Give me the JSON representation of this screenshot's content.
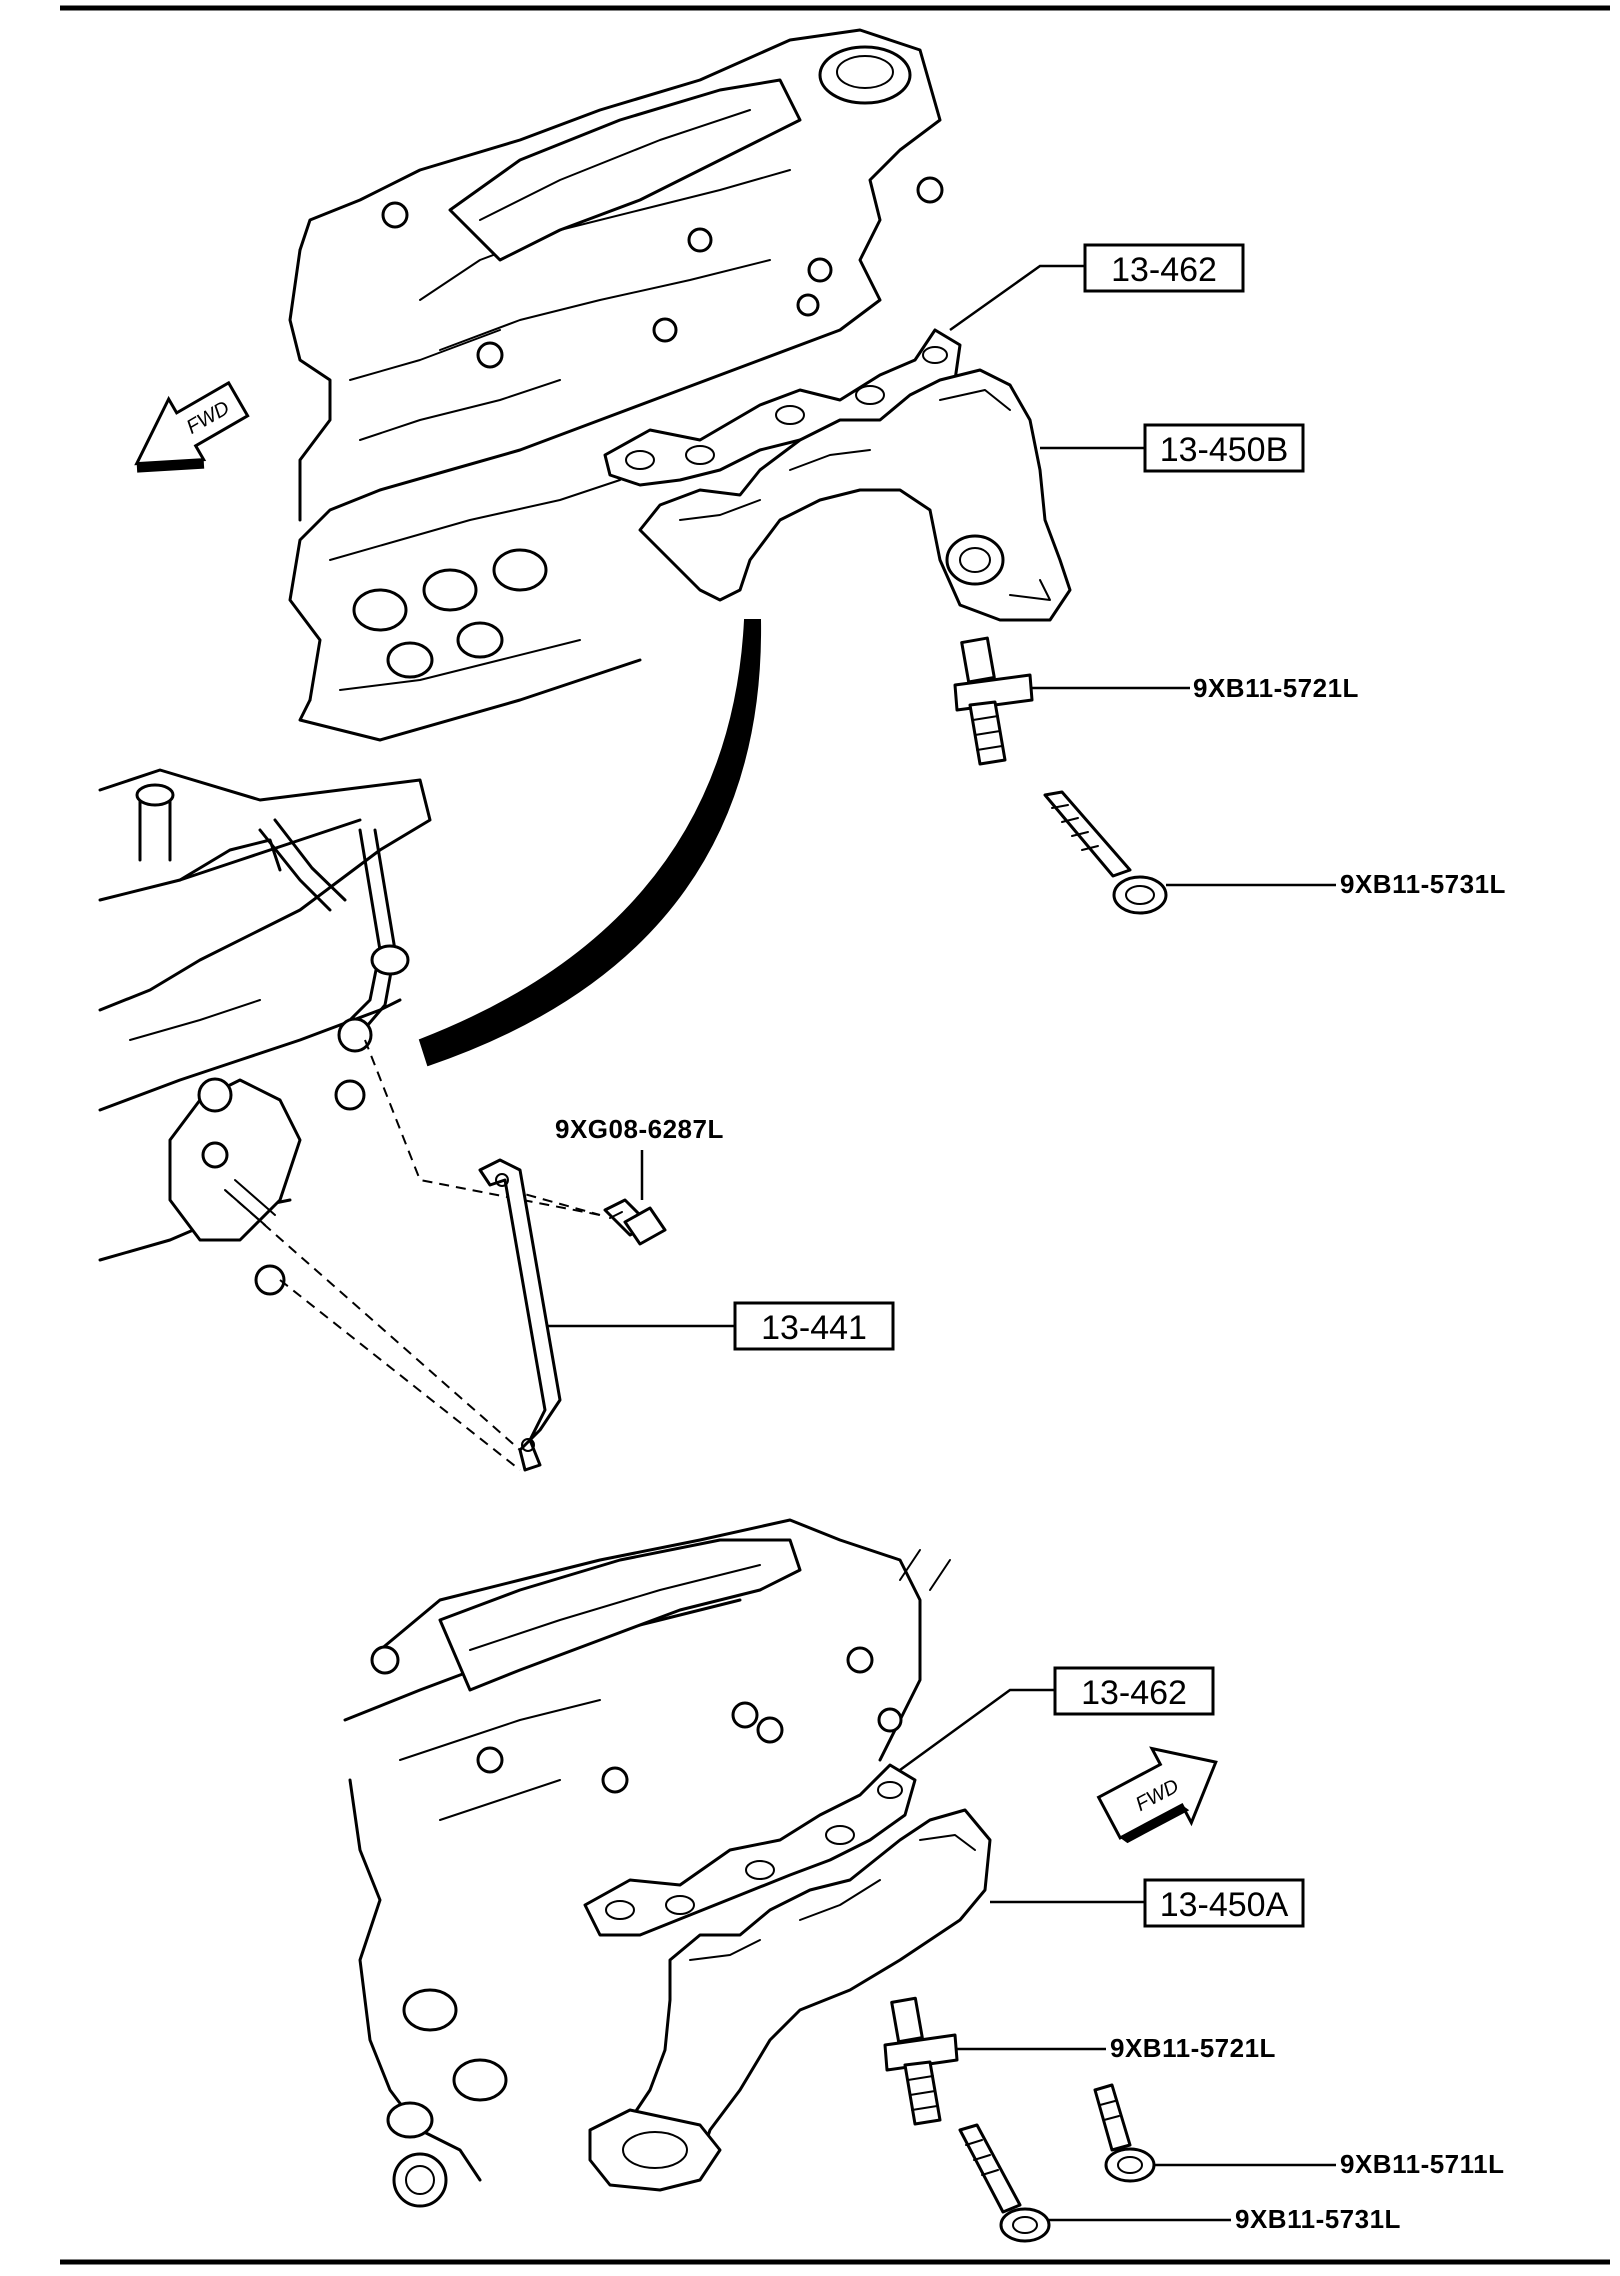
{
  "page": {
    "top_rule": true,
    "bottom_rule": true
  },
  "upper_assembly": {
    "gasket_label": "13-462",
    "manifold_label": "13-450B",
    "stud_label": "9XB11-5721L",
    "bolt_long_label": "9XB11-5731L",
    "fwd_text": "FWD"
  },
  "detail_view": {
    "bolt_label": "9XG08-6287L",
    "bracket_label": "13-441"
  },
  "lower_assembly": {
    "gasket_label": "13-462",
    "manifold_label": "13-450A",
    "stud_label": "9XB11-5721L",
    "bolt_short_label": "9XB11-5711L",
    "bolt_long_label": "9XB11-5731L",
    "fwd_text": "FWD"
  },
  "colors": {
    "ink": "#000000",
    "paper": "#ffffff"
  },
  "icons": [
    "fwd-arrow-icon"
  ]
}
